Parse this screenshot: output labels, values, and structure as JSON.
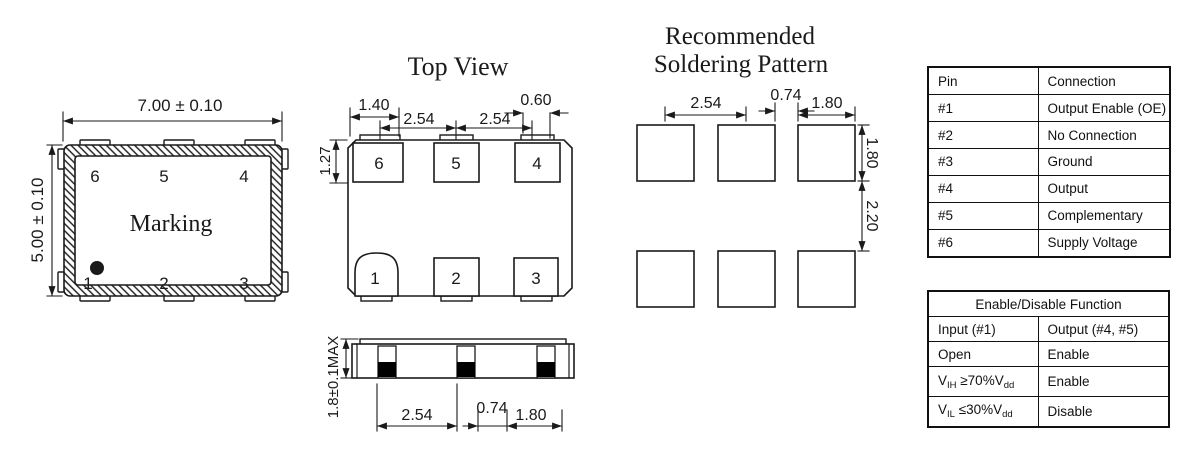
{
  "package_view": {
    "width_dim": "7.00 ± 0.10",
    "height_dim": "5.00 ± 0.10",
    "marking": "Marking",
    "pins_top": [
      "6",
      "5",
      "4"
    ],
    "pins_bottom": [
      "1",
      "2",
      "3"
    ]
  },
  "top_view": {
    "title": "Top View",
    "dim_left": "1.40",
    "dim_pitch_a": "2.54",
    "dim_pitch_b": "2.54",
    "dim_corner": "0.60",
    "dim_row": "1.27",
    "pads_top": [
      "6",
      "5",
      "4"
    ],
    "pads_bottom": [
      "1",
      "2",
      "3"
    ]
  },
  "side_view": {
    "dim_height": "1.8±0.1MAX",
    "dim_pitch": "2.54",
    "dim_gap": "0.74",
    "dim_pad": "1.80"
  },
  "soldering": {
    "title_line1": "Recommended",
    "title_line2": "Soldering Pattern",
    "dim_pitch": "2.54",
    "dim_gap": "0.74",
    "dim_pad_w": "1.80",
    "dim_pad_h": "1.80",
    "dim_row_gap": "2.20"
  },
  "pin_table": {
    "header": [
      "Pin",
      "Connection"
    ],
    "rows": [
      [
        "#1",
        "Output Enable (OE)"
      ],
      [
        "#2",
        "No Connection"
      ],
      [
        "#3",
        "Ground"
      ],
      [
        "#4",
        "Output"
      ],
      [
        "#5",
        "Complementary"
      ],
      [
        "#6",
        "Supply Voltage"
      ]
    ]
  },
  "enable_table": {
    "title": "Enable/Disable Function",
    "headers": [
      "Input (#1)",
      "Output (#4, #5)"
    ],
    "rows": [
      {
        "input": "Open",
        "output": "Enable"
      },
      {
        "i1": "V",
        "i1s": "IH",
        "i2": " ≥70%V",
        "i2s": "dd",
        "output": "Enable"
      },
      {
        "i1": "V",
        "i1s": "IL",
        "i2": " ≤30%V",
        "i2s": "dd",
        "output": "Disable"
      }
    ]
  },
  "colors": {
    "line": "#1a1a1a",
    "pad_fill": "#000000",
    "background": "#ffffff"
  }
}
